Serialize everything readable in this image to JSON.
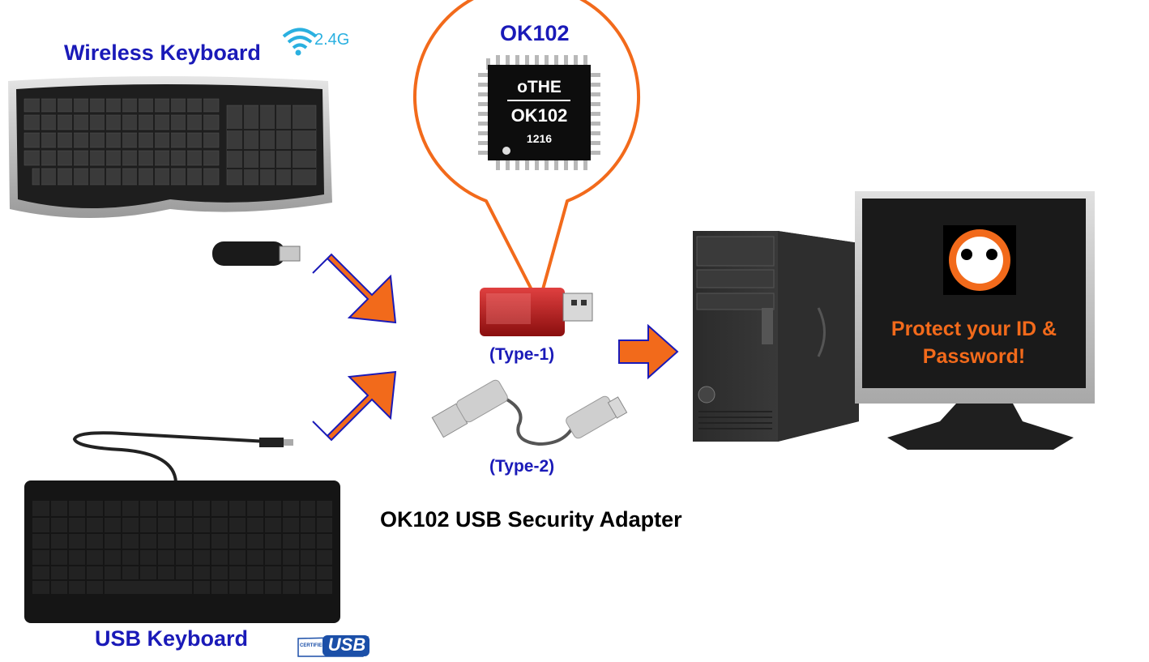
{
  "wireless_keyboard": {
    "label": "Wireless Keyboard",
    "band": "2.4G"
  },
  "usb_keyboard": {
    "label": "USB Keyboard",
    "badge": "USB",
    "badge_small": "CERTIFIED"
  },
  "chip": {
    "title": "OK102",
    "brand": "oTHE",
    "model": "OK102",
    "code": "1216"
  },
  "adapter_types": {
    "type1": "(Type-1)",
    "type2": "(Type-2)"
  },
  "caption": "OK102 USB Security Adapter",
  "monitor": {
    "message_line1": "Protect your ID &",
    "message_line2": "Password!"
  },
  "colors": {
    "accent_orange": "#f26a1b",
    "label_blue": "#1a1ab8",
    "arrow_outline": "#1a1ab8",
    "monitor_bg": "#1a1a1a"
  }
}
